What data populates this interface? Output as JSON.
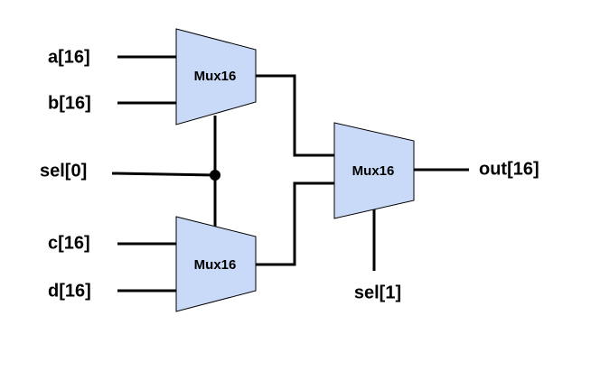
{
  "colors": {
    "mux_fill": "#c9daf8",
    "wire": "#000000",
    "background": "#ffffff"
  },
  "inputs": {
    "a": "a[16]",
    "b": "b[16]",
    "sel0": "sel[0]",
    "c": "c[16]",
    "d": "d[16]",
    "sel1": "sel[1]"
  },
  "outputs": {
    "out": "out[16]"
  },
  "muxes": {
    "top": "Mux16",
    "bottom": "Mux16",
    "final": "Mux16"
  }
}
